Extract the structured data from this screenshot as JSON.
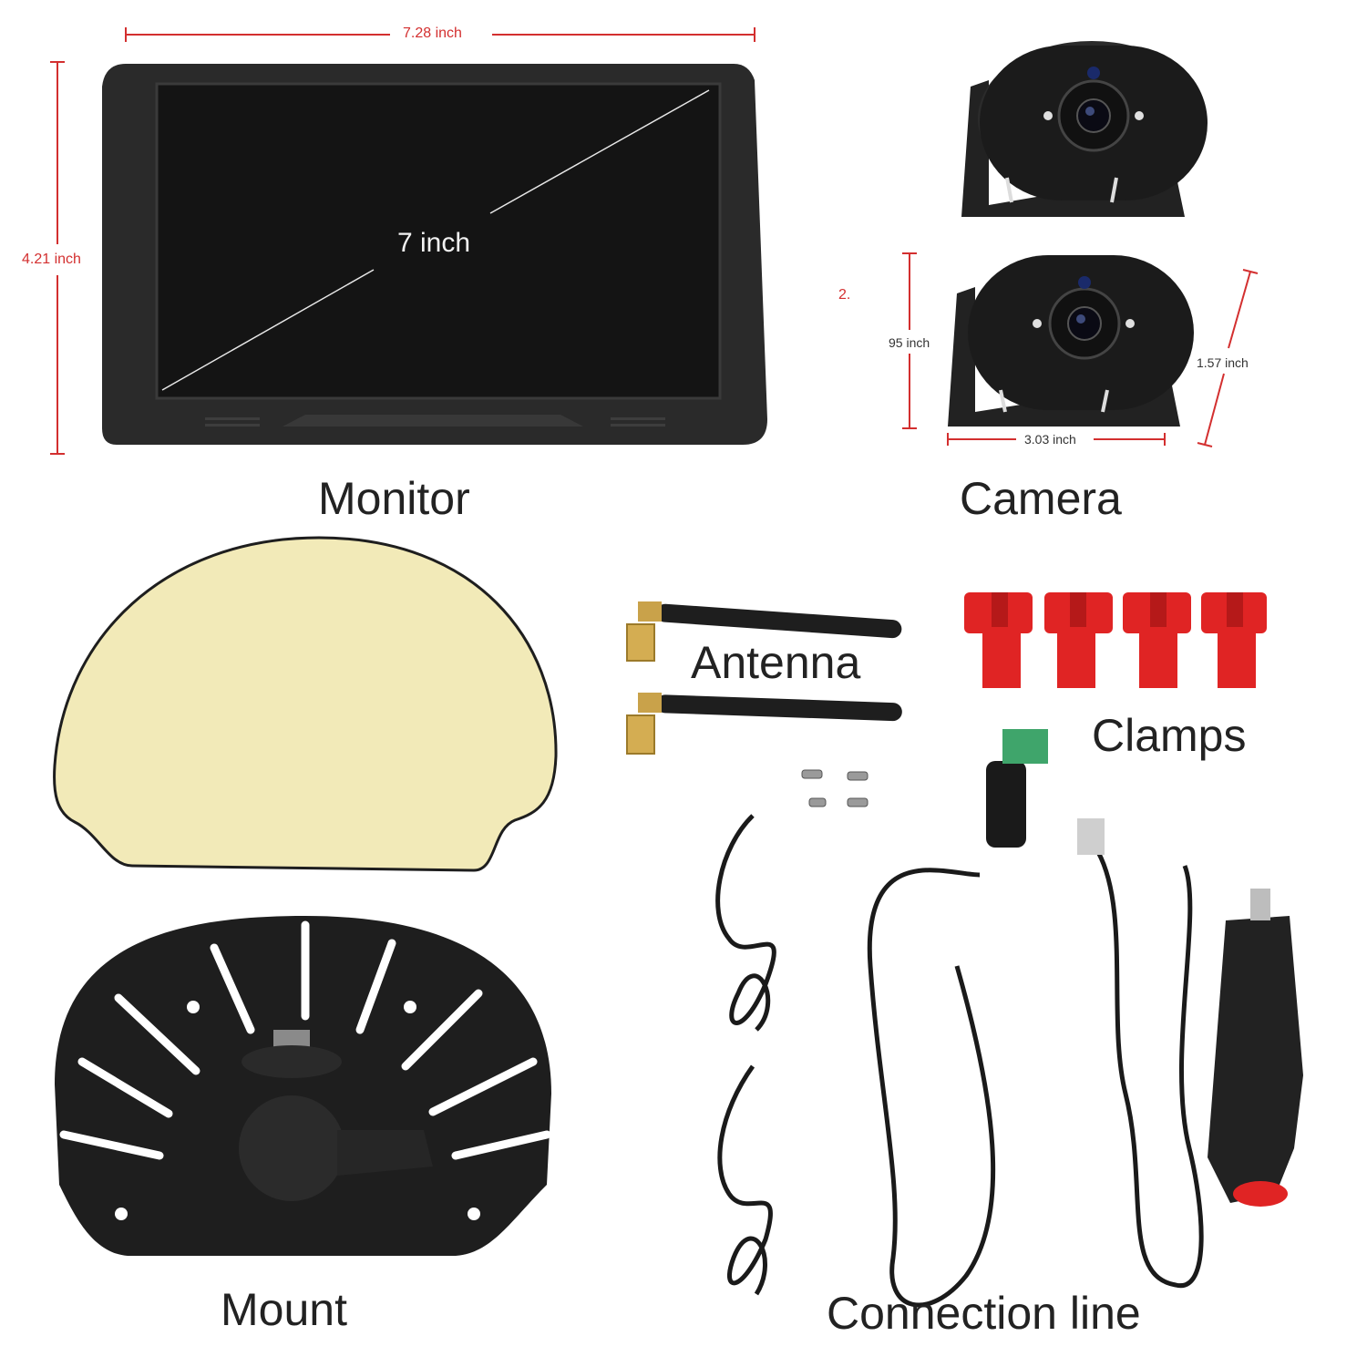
{
  "labels": {
    "monitor": "Monitor",
    "camera": "Camera",
    "antenna": "Antenna",
    "clamps": "Clamps",
    "mount": "Mount",
    "connection_line": "Connection line"
  },
  "monitor": {
    "width": "7.28 inch",
    "height": "4.21 inch",
    "diagonal": "7 inch"
  },
  "camera": {
    "quantity": "2.",
    "height": "95 inch",
    "width": "3.03 inch",
    "depth": "1.57 inch"
  },
  "colors": {
    "dimension_red": "#d32f2f",
    "product_black": "#1e1e1e",
    "clamp_red": "#e02424",
    "pad_yellow": "#f2eab8"
  }
}
